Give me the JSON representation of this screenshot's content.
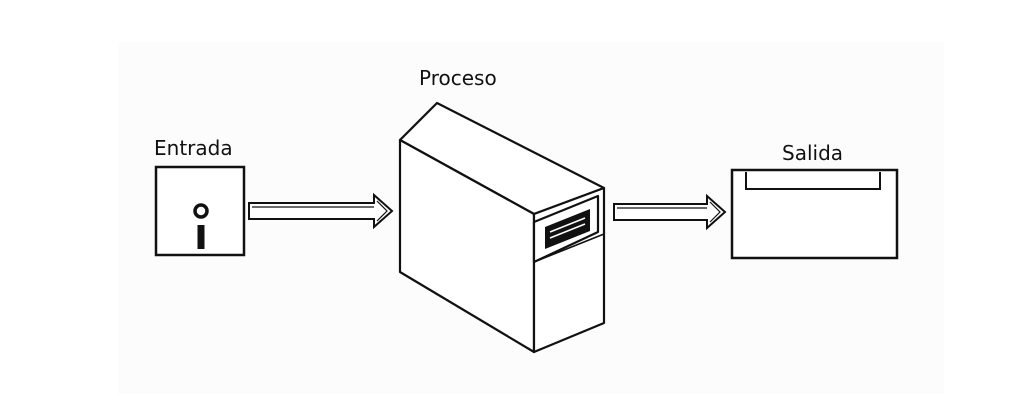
{
  "diagram": {
    "input": {
      "label": "Entrada",
      "icon": "floppy-disk-icon"
    },
    "process": {
      "label": "Proceso",
      "icon": "computer-tower-icon"
    },
    "output": {
      "label": "Salida",
      "icon": "printer-tray-icon"
    },
    "connectors": [
      {
        "from": "Entrada",
        "to": "Proceso",
        "icon": "arrow-right-icon"
      },
      {
        "from": "Proceso",
        "to": "Salida",
        "icon": "arrow-right-icon"
      }
    ],
    "colors": {
      "stroke": "#111111",
      "fill": "#ffffff",
      "slot": "#111111"
    }
  }
}
